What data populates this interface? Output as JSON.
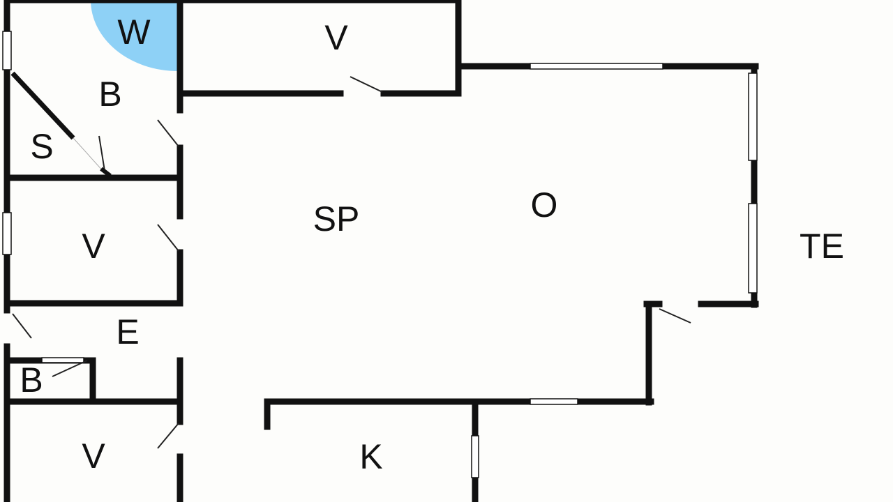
{
  "rooms": {
    "w": "W",
    "bath_top": "B",
    "storage": "S",
    "hall_top_room": "V",
    "bedroom_left_mid": "V",
    "entrance": "E",
    "bath_small": "B",
    "bedroom_left_bottom": "V",
    "dining": "SP",
    "living": "O",
    "terrace": "TE",
    "kitchen": "K"
  },
  "colors": {
    "wall": "#111111",
    "wet_area": "#8ed1f6",
    "window": "#ffffff"
  }
}
